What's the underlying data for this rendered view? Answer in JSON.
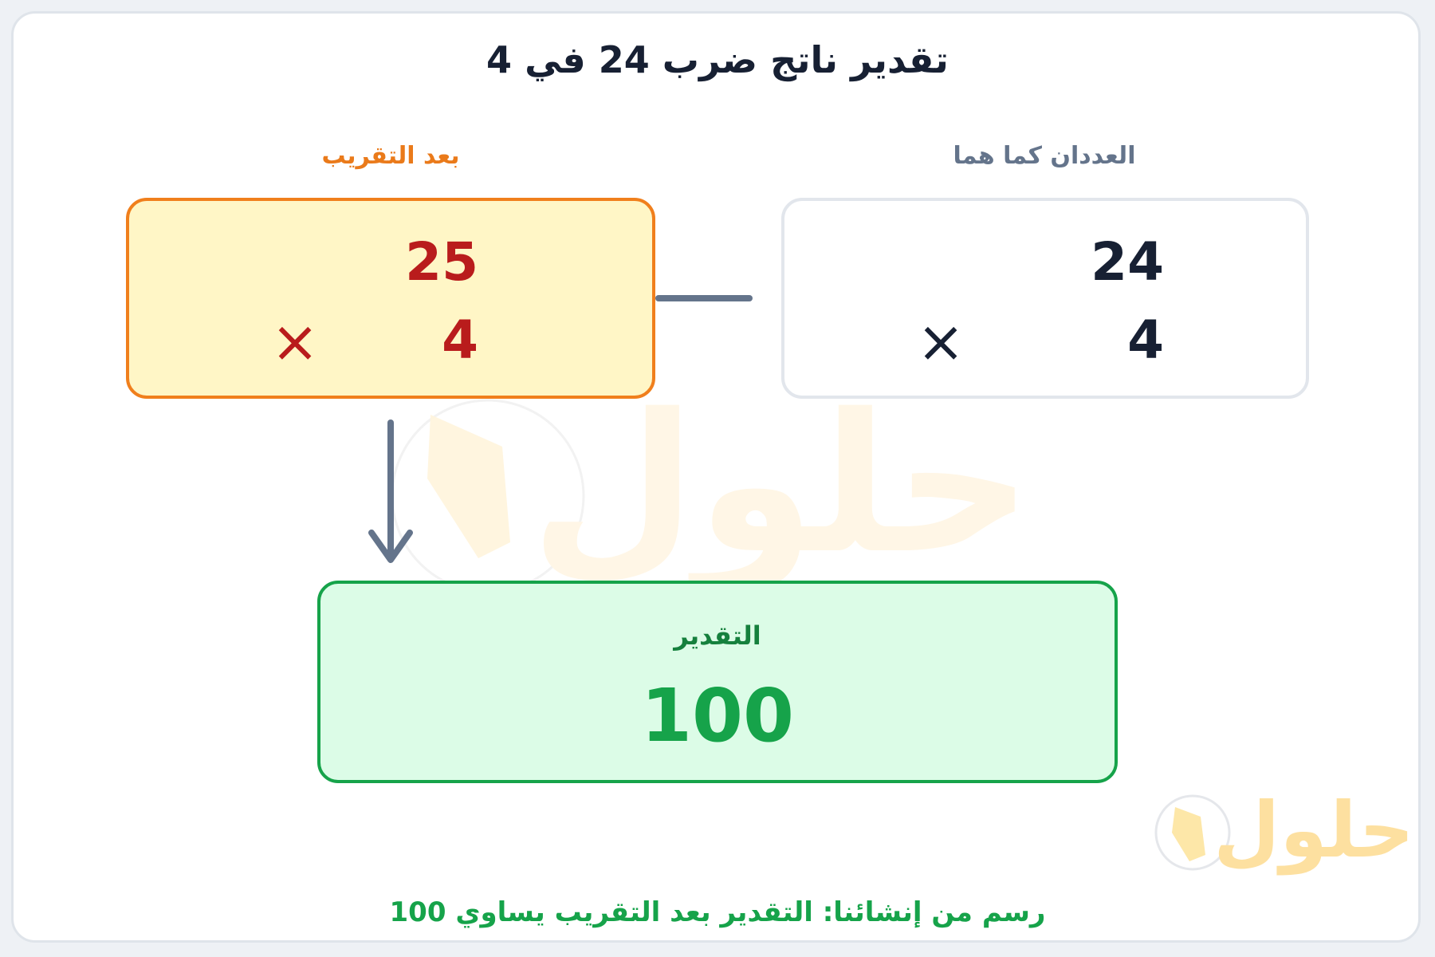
{
  "title": "تقدير ناتج ضرب 24 في 4",
  "original": {
    "label": "العددان كما هما",
    "top_number": "24",
    "bottom_number": "4",
    "operator": "×"
  },
  "rounded": {
    "label": "بعد التقريب",
    "top_number": "25",
    "bottom_number": "4",
    "operator": "×"
  },
  "estimate": {
    "label": "التقدير",
    "value": "100"
  },
  "footer": "رسم من إنشائنا: التقدير بعد التقريب يساوي 100",
  "watermark": {
    "text": "حلول"
  },
  "colors": {
    "accent_orange": "#f07f1c",
    "rounded_fill": "#fff6c6",
    "estimate_green": "#16a34a",
    "estimate_fill": "#dcfce7",
    "number_dark": "#172033",
    "number_red": "#b91c1c",
    "arrow_gray": "#64748b"
  }
}
